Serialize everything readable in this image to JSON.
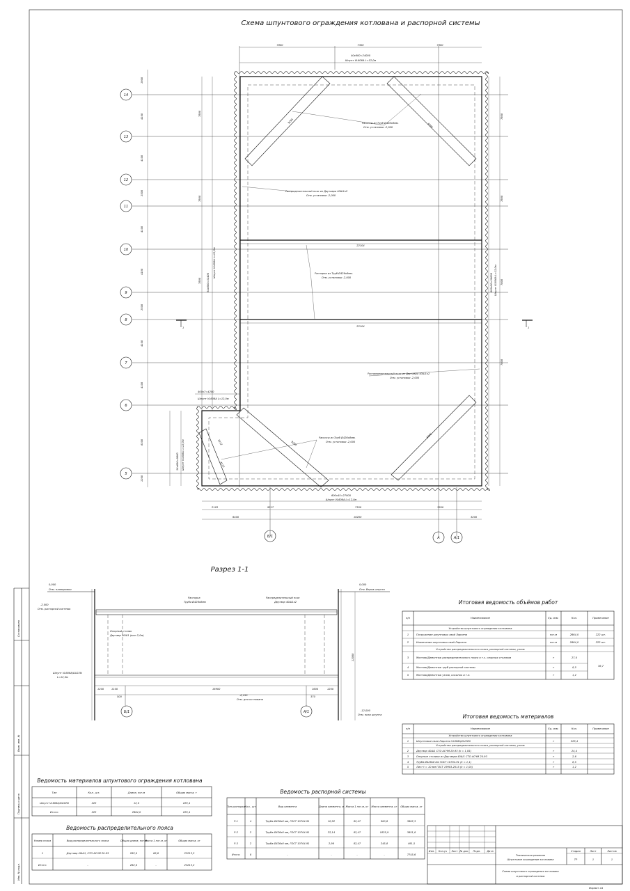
{
  "plan": {
    "title": "Схема шпунтового ограждения котлована и распорной системы",
    "top_dims": [
      "7800",
      "7300",
      "7800"
    ],
    "top_note1": "40х600=24000",
    "top_note2": "Шпунт VL606A L=12,0м",
    "left_dims": [
      "1900",
      "4100",
      "4100",
      "2500",
      "4100",
      "4100",
      "2500",
      "4100",
      "4100",
      "6300",
      "1200"
    ],
    "inner_left_dims": [
      "7800",
      "7800",
      "7800",
      "7800"
    ],
    "right_dims": [
      "7800",
      "7800",
      "7800",
      "7800"
    ],
    "axes_left": [
      "14",
      "13",
      "12",
      "11",
      "10",
      "9",
      "8",
      "7",
      "6",
      "5"
    ],
    "axes_bottom": [
      "Б/1",
      "А",
      "А/1"
    ],
    "bottom_dims1": [
      "2183",
      "9217",
      "7300",
      "7800"
    ],
    "bottom_dims2": [
      "6400",
      "16200",
      "3200"
    ],
    "bottom_note1": "600х45=27000",
    "bottom_note2": "Шпунт VL606A L=12,0м",
    "left_vert_note1": "54х600=32400",
    "left_vert_note2": "Шпунт VL606A L=12,0м",
    "right_vert_note1": "600х50=30000",
    "right_vert_note2": "Шпунт VL606A L=12,0м",
    "step_note1": "400х7=4200",
    "step_note2": "Шпунт VL606A L=12,0м",
    "step_note3": "16х600=9600",
    "step_note4": "Шпунт VL606A L=12,0м",
    "strut_span": "22104",
    "diag_len": "9295",
    "diag_len2": "3112",
    "diag_len3": "4173",
    "leader1a": "Раскосы из Труб Ø426х8мм.",
    "leader1b": "Отм. установки -2,000",
    "leader2a": "Распределительный пояс из Двутавра 40Ш1х2",
    "leader2b": "Отм. установки -2,000",
    "leader3a": "Распорки из Труб Ø426х8мм.",
    "leader3b": "Отм. установки -2,000",
    "leader4a": "Распределительный пояс из Двутавра 40Ш1х2",
    "leader4b": "Отм. установки -2,000",
    "leader5a": "Раскосы из Труб Ø426х8мм.",
    "leader5b": "Отм. установки -2,000",
    "section_mark": "1"
  },
  "section": {
    "title": "Разрез 1-1",
    "lvl_top_left": "0,000",
    "lvl_top_left_note": "Отм. планировки",
    "lvl_top_right": "0,000",
    "lvl_top_right_note": "Отм. Верха шпунта",
    "lvl_belt": "-2,000",
    "lvl_belt_note": "Отм. распорной системы",
    "lbl_strut1": "Распорка",
    "lbl_strut2": "Труба Ø426х8мм",
    "lbl_belt1": "Распределительный пояс",
    "lbl_belt2": "Двутавр 40Ш1х2",
    "lbl_post1": "Опорный столик",
    "lbl_post2": "Двутавр 40Ш1 (шаг-2,0м)",
    "lbl_sheet1": "Шпунт VL606A/GU22N",
    "lbl_sheet2": "L=12,0м",
    "dims_bottom": [
      "1200",
      "1100",
      "16900",
      "1600",
      "1200"
    ],
    "dim_500": "500",
    "dim_370": "370",
    "dim_height": "12000",
    "lvl_bottom": "-8,150",
    "lvl_bottom_note": "Отм. дна котлована",
    "lvl_pile": "-12,000",
    "lvl_pile_note": "Отм. низа шпунта",
    "axes": [
      "Б/1",
      "А/1"
    ]
  },
  "works": {
    "title": "Итоговая ведомость объёмов работ",
    "headers": [
      "п/п",
      "Наименование",
      "Ед. изм.",
      "Кол.",
      "Примечание"
    ],
    "group1": "Устройство шпунтового ограждения котлована",
    "group2": "Устройство распределительного пояса, распорной системы, узлов",
    "rows": [
      [
        "1",
        "Погружение шпунтовых свай Ларсена",
        "пог.м",
        "2664,0",
        "222 шт."
      ],
      [
        "2",
        "Извлечение шпунтовых свай Ларсена",
        "пог.м",
        "2664,0",
        "222 шт."
      ],
      [
        "3",
        "Монтаж/Демонтаж распределительного пояса в т.ч. опорных столиков",
        "т",
        "27,0",
        ""
      ],
      [
        "4",
        "Монтаж/Демонтаж труб распорной системы",
        "т",
        "8,5",
        "36,7"
      ],
      [
        "5",
        "Монтаж/Демонтаж узлов, косынок и т.п.",
        "т",
        "1,2",
        ""
      ]
    ]
  },
  "materials": {
    "title": "Итоговая ведомость материалов",
    "headers": [
      "п/п",
      "Наименование",
      "Ед. изм.",
      "Кол.",
      "Примечание"
    ],
    "group1": "Устройство шпунтового ограждения котлована",
    "group2": "Устройство распределительного пояса, распорной системы, узлов",
    "rows": [
      [
        "1",
        "Шпунтовые сваи Ларсена VL606A/GU22N",
        "т",
        "229,4"
      ],
      [
        "2",
        "Двутавр 40Ш1 СТО АСЧМ 20-93 (k = 1,05)",
        "т",
        "24,4"
      ],
      [
        "3",
        "Опорные столики из Двутавра 40Ш1 СТО АСЧМ 20-93",
        "т",
        "2,6"
      ],
      [
        "4",
        "Труба Ø426х8 мм ГОСТ 10704-91 (k = 1,1)",
        "т",
        "8,5"
      ],
      [
        "5",
        "Лист t = 10 мм ГОСТ 19903-2015 (k = 1,05)",
        "т",
        "1,2"
      ]
    ]
  },
  "sheetpile": {
    "title": "Ведомость материалов шпунтового ограждения котлована",
    "headers": [
      "Тип",
      "Кол., шт.",
      "Длина, пог.м",
      "Общая масса, т"
    ],
    "rows": [
      [
        "Шпунт VL606A/GU22N",
        "222",
        "12,0",
        "229,4"
      ],
      [
        "Итого:",
        "222",
        "2664,0",
        "229,4"
      ]
    ]
  },
  "belt": {
    "title": "Ведомость распределительного пояса",
    "headers": [
      "Номер пояса",
      "Вид распределительного пояса",
      "Общая длина, пог.м",
      "Масса 1 пог.м, кг",
      "Общая масса, кг"
    ],
    "rows": [
      [
        "1",
        "Двутавр 40Ш1, СТО АСЧМ 20-93",
        "262,0",
        "88,6",
        "23213,2"
      ],
      [
        "Итого:",
        "-",
        "262,0",
        "-",
        "23213,2"
      ]
    ]
  },
  "struts": {
    "title": "Ведомость распорной системы",
    "headers": [
      "Тип распорки",
      "Кол., шт.",
      "Вид элемента",
      "Длина элемента, м",
      "Масса 1 пог.м, кг",
      "Масса элемента, кг",
      "Общая масса, кг"
    ],
    "rows": [
      [
        "Р-1",
        "4",
        "Труба Ø426х8 мм, ГОСТ 10704-91",
        "10,92",
        "82,47",
        "900,6",
        "3602,3"
      ],
      [
        "Р-2",
        "2",
        "Труба Ø426х8 мм, ГОСТ 10704-91",
        "22,14",
        "82,47",
        "1825,9",
        "3651,8"
      ],
      [
        "Р-3",
        "2",
        "Труба Ø426х8 мм, ГОСТ 10704-91",
        "2,98",
        "82,47",
        "245,8",
        "491,5"
      ],
      [
        "Итого:",
        "8",
        "-",
        "-",
        "-",
        "-",
        "7745,6"
      ]
    ]
  },
  "stamp": {
    "cols": [
      "Изм.",
      "Кол.уч",
      "Лист",
      "№ док.",
      "Подп.",
      "Дата"
    ],
    "project1": "Техническое решение",
    "project2": "Шпунтовое ограждение котлована",
    "sheet1": "Схема шпунтового ограждения котлована",
    "sheet2": "и распорной системы",
    "h_stage": "Стадия",
    "h_sheet": "Лист",
    "h_sheets": "Листов",
    "v_stage": "ТР",
    "v_sheet": "1",
    "v_sheets": "1",
    "format": "Формат А1"
  },
  "margin": {
    "a": "Согласовано",
    "b": "Взам. инв. №",
    "c": "Подпись и дата",
    "d": "Инв. № подл."
  }
}
